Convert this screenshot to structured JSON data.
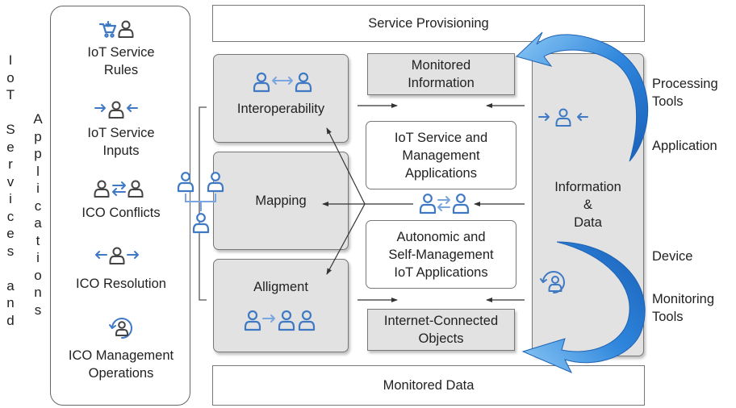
{
  "vertical_labels": {
    "left": [
      "I",
      "o",
      "T",
      "",
      "S",
      "e",
      "r",
      "v",
      "i",
      "c",
      "e",
      "s",
      "",
      "a",
      "n",
      "d"
    ],
    "right": [
      "A",
      "p",
      "p",
      "l",
      "i",
      "c",
      "a",
      "t",
      "i",
      "o",
      "n",
      "s"
    ]
  },
  "left_panel": {
    "items": [
      {
        "label": "IoT Service\nRules",
        "icon": "cart-user-icon"
      },
      {
        "label": "IoT Service\nInputs",
        "icon": "user-arrows-in-icon"
      },
      {
        "label": "ICO Conflicts",
        "icon": "users-conflict-icon"
      },
      {
        "label": "ICO Resolution",
        "icon": "user-arrows-out-icon"
      },
      {
        "label": "ICO Management\nOperations",
        "icon": "user-cycle-icon"
      }
    ]
  },
  "top_box": {
    "label": "Service Provisioning"
  },
  "bottom_box": {
    "label": "Monitored Data"
  },
  "middle_left": {
    "interoperability": "Interoperability",
    "mapping": "Mapping",
    "alligment": "Alligment"
  },
  "middle_center": {
    "monitored_information": "Monitored\nInformation",
    "iot_service_apps": "IoT Service and\nManagement\nApplications",
    "autonomic_apps": "Autonomic and\nSelf-Management\nIoT Applications",
    "internet_connected_objects": "Internet-Connected\nObjects"
  },
  "info_box": {
    "label": "Information\n&\nData"
  },
  "right_labels": {
    "processing_tools": "Processing\nTools",
    "application": "Application",
    "device": "Device",
    "monitoring_tools": "Monitoring\nTools"
  },
  "colors": {
    "icon_blue": "#3f79c4",
    "arrow_blue": "#2f7fd8",
    "arrow_blue_light": "#7fbff0",
    "grey_fill": "#e2e2e2"
  }
}
